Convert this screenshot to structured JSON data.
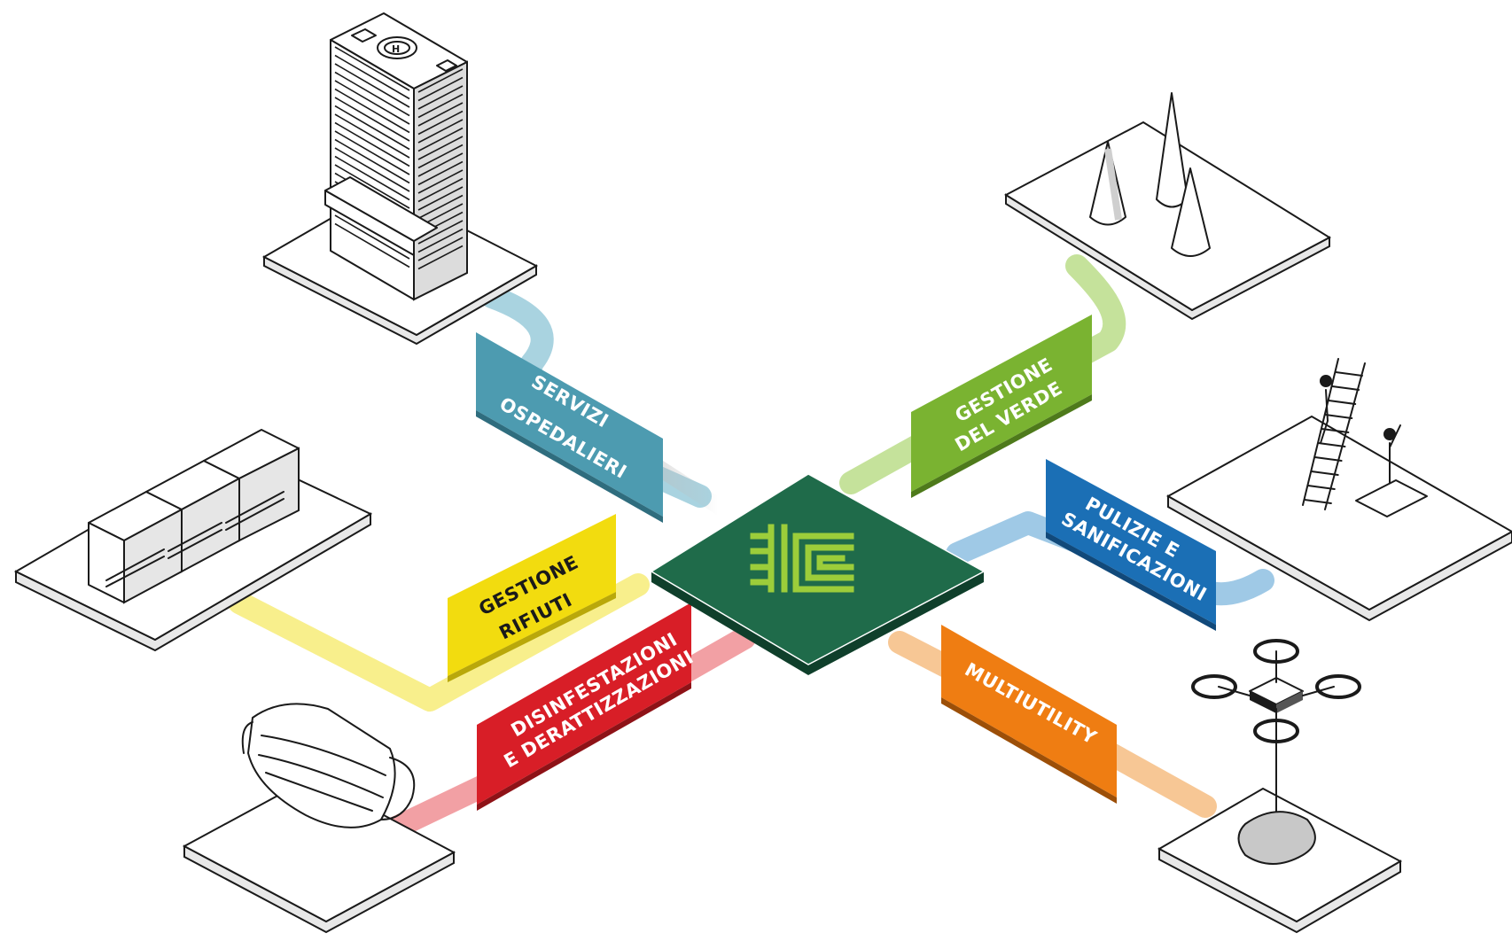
{
  "hub": {
    "logo_icon": "company-logo-icon",
    "colors": {
      "top": "#1f6b4a",
      "side": "#0f3f2b",
      "logo": "#9ccd3a"
    }
  },
  "services": [
    {
      "id": "servizi-ospedalieri",
      "lines": [
        "SERVIZI",
        "OSPEDALIERI"
      ],
      "color": "#4d9bb0",
      "path_color": "#a9d3e0",
      "icon": "hospital-building-icon"
    },
    {
      "id": "gestione-verde",
      "lines": [
        "GESTIONE",
        "DEL VERDE"
      ],
      "color": "#7ab331",
      "path_color": "#c5e29b",
      "icon": "trees-icon"
    },
    {
      "id": "gestione-rifiuti",
      "lines": [
        "GESTIONE",
        "RIFIUTI"
      ],
      "color": "#f2dc0f",
      "path_color": "#f8ef8c",
      "icon": "waste-bins-icon"
    },
    {
      "id": "pulizie-sanificazioni",
      "lines": [
        "PULIZIE E",
        "SANIFICAZIONI"
      ],
      "color": "#1b6fb5",
      "path_color": "#9fc9e6",
      "icon": "workers-ladder-icon"
    },
    {
      "id": "disinfestazioni",
      "lines": [
        "DISINFESTAZIONI",
        "E DERATTIZZAZIONI"
      ],
      "color": "#d81e27",
      "path_color": "#f2a0a4",
      "icon": "face-mask-icon"
    },
    {
      "id": "multiutility",
      "lines": [
        "MULTIUTILITY"
      ],
      "color": "#ef7d12",
      "path_color": "#f7c795",
      "icon": "drone-icon"
    }
  ]
}
